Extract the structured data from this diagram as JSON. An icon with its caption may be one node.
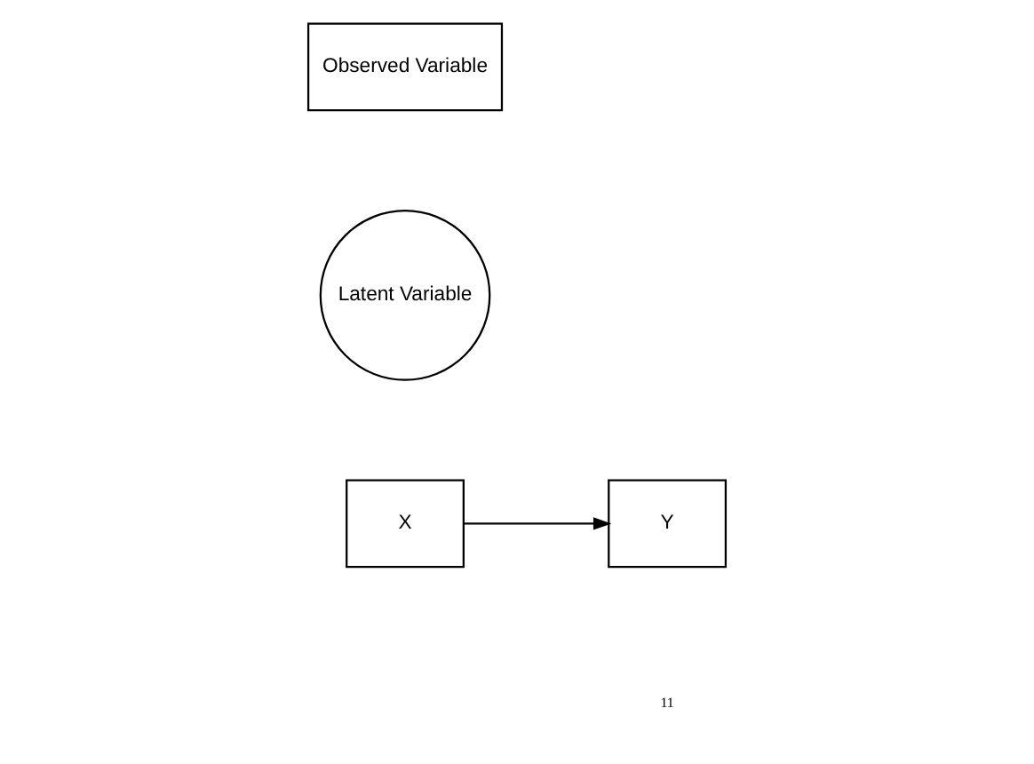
{
  "diagram": {
    "nodes": [
      {
        "text": [
          "Observed Variable"
        ]
      },
      {
        "text": [
          "Latent Variable"
        ]
      },
      {
        "text": [
          "X"
        ]
      },
      {
        "text": [
          "Y"
        ]
      }
    ],
    "edges": [
      {
        "from": 2,
        "to": 3,
        "arrow": "to"
      }
    ],
    "labels": [
      "11"
    ]
  }
}
